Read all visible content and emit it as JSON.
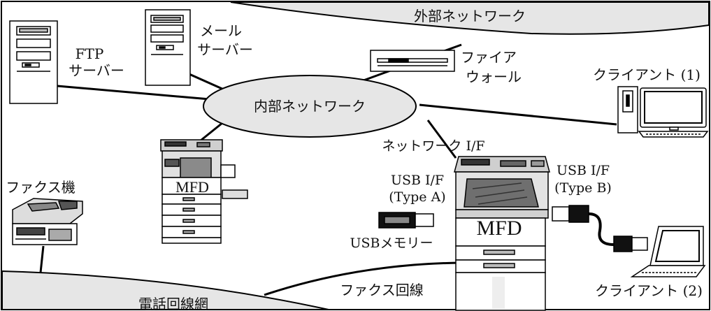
{
  "labels": {
    "external_network": "外部ネットワーク",
    "internal_network": "内部ネットワーク",
    "ftp_server_1": "FTP",
    "ftp_server_2": "サーバー",
    "mail_server_1": "メール",
    "mail_server_2": "サーバー",
    "firewall_1": "ファイア",
    "firewall_2": "ウォール",
    "client_1": "クライアント (1)",
    "client_2": "クライアント (2)",
    "fax_machine": "ファクス機",
    "network_if": "ネットワーク I/F",
    "usb_if_a_1": "USB I/F",
    "usb_if_a_2": "(Type A)",
    "usb_if_b_1": "USB I/F",
    "usb_if_b_2": "(Type B)",
    "usb_memory": "USBメモリー",
    "mfd_small": "MFD",
    "mfd_large": "MFD",
    "fax_line": "ファクス回線",
    "phone_network": "電話回線網"
  },
  "colors": {
    "cloud_fill": "#e6e6e6",
    "line": "#000000",
    "device_gray": "#9a9a9a",
    "device_dark": "#2a2a2a"
  }
}
